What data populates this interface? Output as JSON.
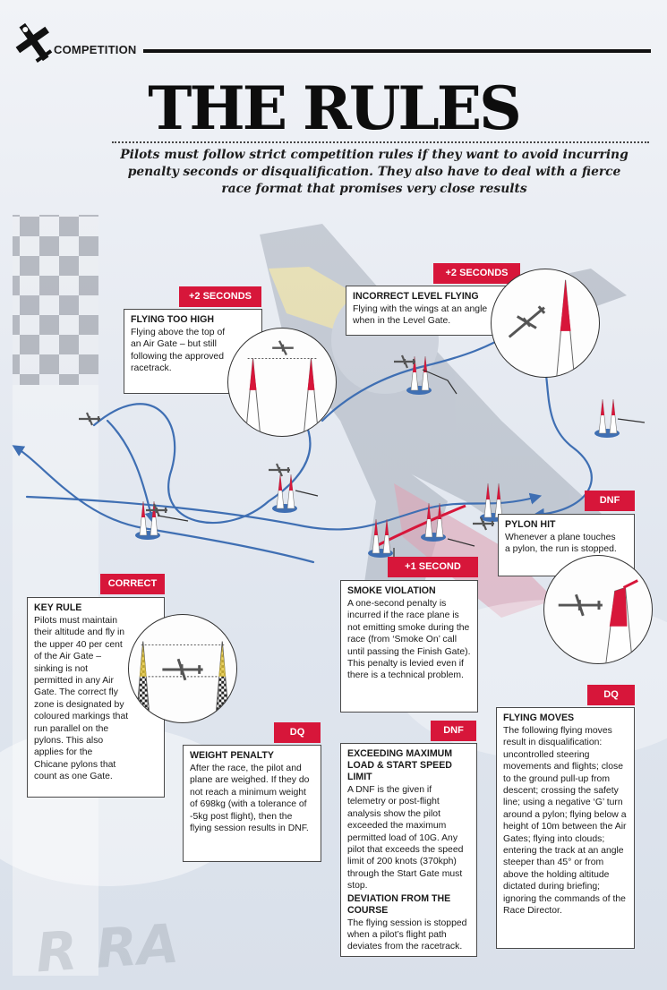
{
  "header": {
    "section": "COMPETITION",
    "title": "THE RULES",
    "intro": "Pilots must follow strict competition rules if they want to avoid incurring penalty seconds or disqualification. They also have to deal with a fierce race format that promises very close results"
  },
  "rules": {
    "flying_too_high": {
      "tag": "+2 SECONDS",
      "title": "FLYING TOO HIGH",
      "text": "Flying above the top of an Air Gate – but still following the approved racetrack."
    },
    "incorrect_level": {
      "tag": "+2 SECONDS",
      "title": "INCORRECT LEVEL FLYING",
      "text": "Flying with the wings at an angle when in the Level Gate."
    },
    "pylon_hit": {
      "tag": "DNF",
      "title": "PYLON HIT",
      "text": "Whenever a plane touches a pylon, the run is stopped."
    },
    "smoke_violation": {
      "tag": "+1 SECOND",
      "title": "SMOKE VIOLATION",
      "text": "A one-second penalty is incurred if the race plane is not emitting smoke during the race (from ‘Smoke On’ call until passing the Finish Gate). This penalty is levied even if there is a technical problem."
    },
    "key_rule": {
      "tag": "CORRECT",
      "title": "KEY RULE",
      "text": "Pilots must maintain their altitude and fly in the upper 40 per cent of the Air Gate – sinking is not permitted in any Air Gate. The correct fly zone is designated by coloured markings that run parallel on the pylons. This also applies for the Chicane pylons that count as one Gate."
    },
    "weight_penalty": {
      "tag": "DQ",
      "title": "WEIGHT PENALTY",
      "text": "After the race, the pilot and plane are weighed. If they do not reach a minimum weight of 698kg (with a tolerance of -5kg post flight), then the flying session results in DNF."
    },
    "exceeding_load": {
      "tag": "DNF",
      "title": "EXCEEDING MAXIMUM LOAD & START SPEED LIMIT",
      "text": "A DNF is the given if telemetry or post-flight analysis show the pilot exceeded the maximum permitted load of 10G. Any pilot that exceeds the speed limit of 200 knots (370kph) through the Start Gate must stop.",
      "title2": "DEVIATION FROM THE COURSE",
      "text2": "The flying session is stopped when a pilot’s flight path deviates from the racetrack."
    },
    "flying_moves": {
      "tag": "DQ",
      "title": "FLYING MOVES",
      "text": "The following flying moves result in disqualification: uncontrolled steering movements and flights; close to the ground pull-up from descent; crossing the safety line; using a negative ‘G’ turn around a pylon; flying below a height of 10m between the Air Gates; flying into clouds; entering the track at an angle steeper than 45° or from above the holding altitude dictated during briefing; ignoring the commands of the Race Director."
    }
  },
  "colors": {
    "accent": "#d7163a",
    "track": "#3f6fb3",
    "ink": "#111111"
  },
  "icons": [
    "plane-icon",
    "pylon-icon",
    "air-gate-icon"
  ]
}
